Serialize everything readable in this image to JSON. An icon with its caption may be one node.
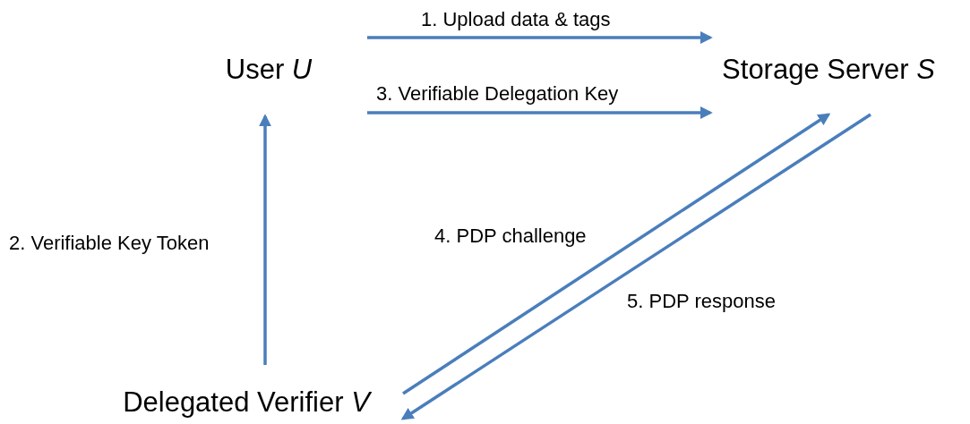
{
  "diagram": {
    "nodes": [
      {
        "text": [
          "User *U*"
        ]
      },
      {
        "text": [
          "Storage Server *S*"
        ]
      },
      {
        "text": [
          "Delegated Verifier *V*"
        ]
      }
    ],
    "edges": [
      {
        "from": 0,
        "to": 1,
        "arrow": "to",
        "label": "1. Upload data & tags"
      },
      {
        "from": 2,
        "to": 0,
        "arrow": "to",
        "label": "2. Verifiable Key Token"
      },
      {
        "from": 0,
        "to": 1,
        "arrow": "to",
        "label": "3. Verifiable Delegation Key"
      },
      {
        "from": 2,
        "to": 1,
        "arrow": "to",
        "label": "4. PDP challenge"
      },
      {
        "from": 1,
        "to": 2,
        "arrow": "to",
        "label": "5. PDP response"
      }
    ]
  }
}
